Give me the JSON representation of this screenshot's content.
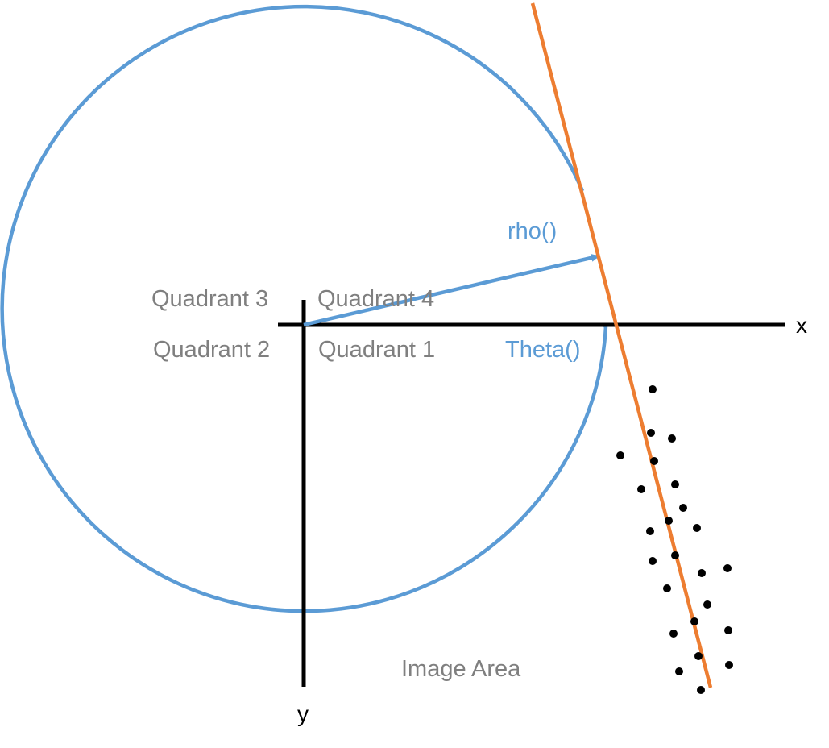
{
  "labels": {
    "rho": "rho()",
    "theta": "Theta()",
    "quadrant_1": "Quadrant 1",
    "quadrant_2": "Quadrant 2",
    "quadrant_3": "Quadrant 3",
    "quadrant_4": "Quadrant 4",
    "x_axis": "x",
    "y_axis": "y",
    "image_area": "Image Area"
  },
  "colors": {
    "circle": "#5b9bd5",
    "rho_vector": "#5b9bd5",
    "fitted_line": "#ed7d31",
    "axes": "#000000",
    "quadrant_text": "#7f7f7f",
    "blue_text": "#5b9bd5",
    "points": "#000000"
  },
  "diagram_elements": {
    "points_count": 24,
    "shapes": [
      "circle",
      "axes",
      "rho-vector",
      "theta-arc",
      "fitted-line",
      "data-points"
    ]
  }
}
